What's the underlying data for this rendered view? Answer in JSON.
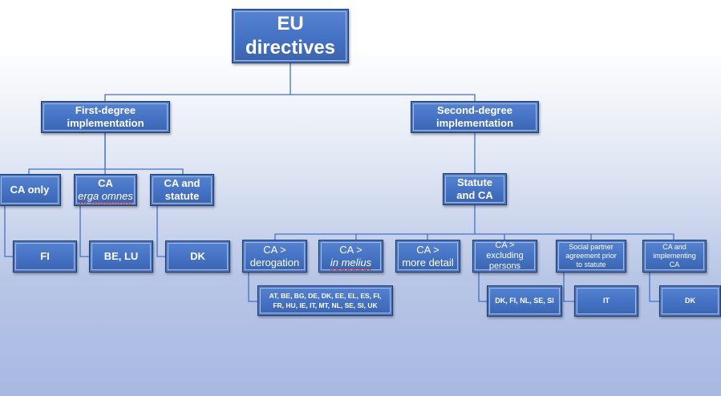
{
  "root": {
    "line1": "EU",
    "line2": "directives"
  },
  "first_degree": {
    "line1": "First-degree",
    "line2": "implementation"
  },
  "second_degree": {
    "line1": "Second-degree",
    "line2": "implementation"
  },
  "ca_only": {
    "label": "CA only"
  },
  "ca_erga": {
    "line1": "CA",
    "line2": "erga omnes"
  },
  "ca_statute": {
    "line1": "CA and",
    "line2": "statute"
  },
  "statute_ca": {
    "line1": "Statute",
    "line2": "and CA"
  },
  "leaf_fi": {
    "label": "FI"
  },
  "leaf_be_lu": {
    "label": "BE, LU"
  },
  "leaf_dk1": {
    "label": "DK"
  },
  "ca_derogation": {
    "line1": "CA >",
    "line2": "derogation"
  },
  "ca_in_melius": {
    "line1": "CA  >",
    "line2": "in melius"
  },
  "ca_more_detail": {
    "line1": "CA >",
    "line2": "more detail"
  },
  "ca_excluding": {
    "line1": "CA >",
    "line2": "excluding",
    "line3": "persons"
  },
  "social_partner": {
    "line1": "Social partner",
    "line2": "agreement prior",
    "line3": "to statute"
  },
  "ca_implementing": {
    "line1": "CA and",
    "line2": "implementing",
    "line3": "CA"
  },
  "countries_derogation": {
    "line1": "AT, BE, BG, DE, DK, EE, EL, ES, FI,",
    "line2": "FR, HU, IE, IT, MT, NL, SE, SI, UK"
  },
  "countries_excluding": {
    "label": "DK, FI, NL, SE, SI"
  },
  "country_it": {
    "label": "IT"
  },
  "country_dk2": {
    "label": "DK"
  },
  "colors": {
    "box_fill": "#4472c4",
    "box_border": "#1f3864",
    "connector": "#4472c4",
    "text": "#ffffff"
  }
}
